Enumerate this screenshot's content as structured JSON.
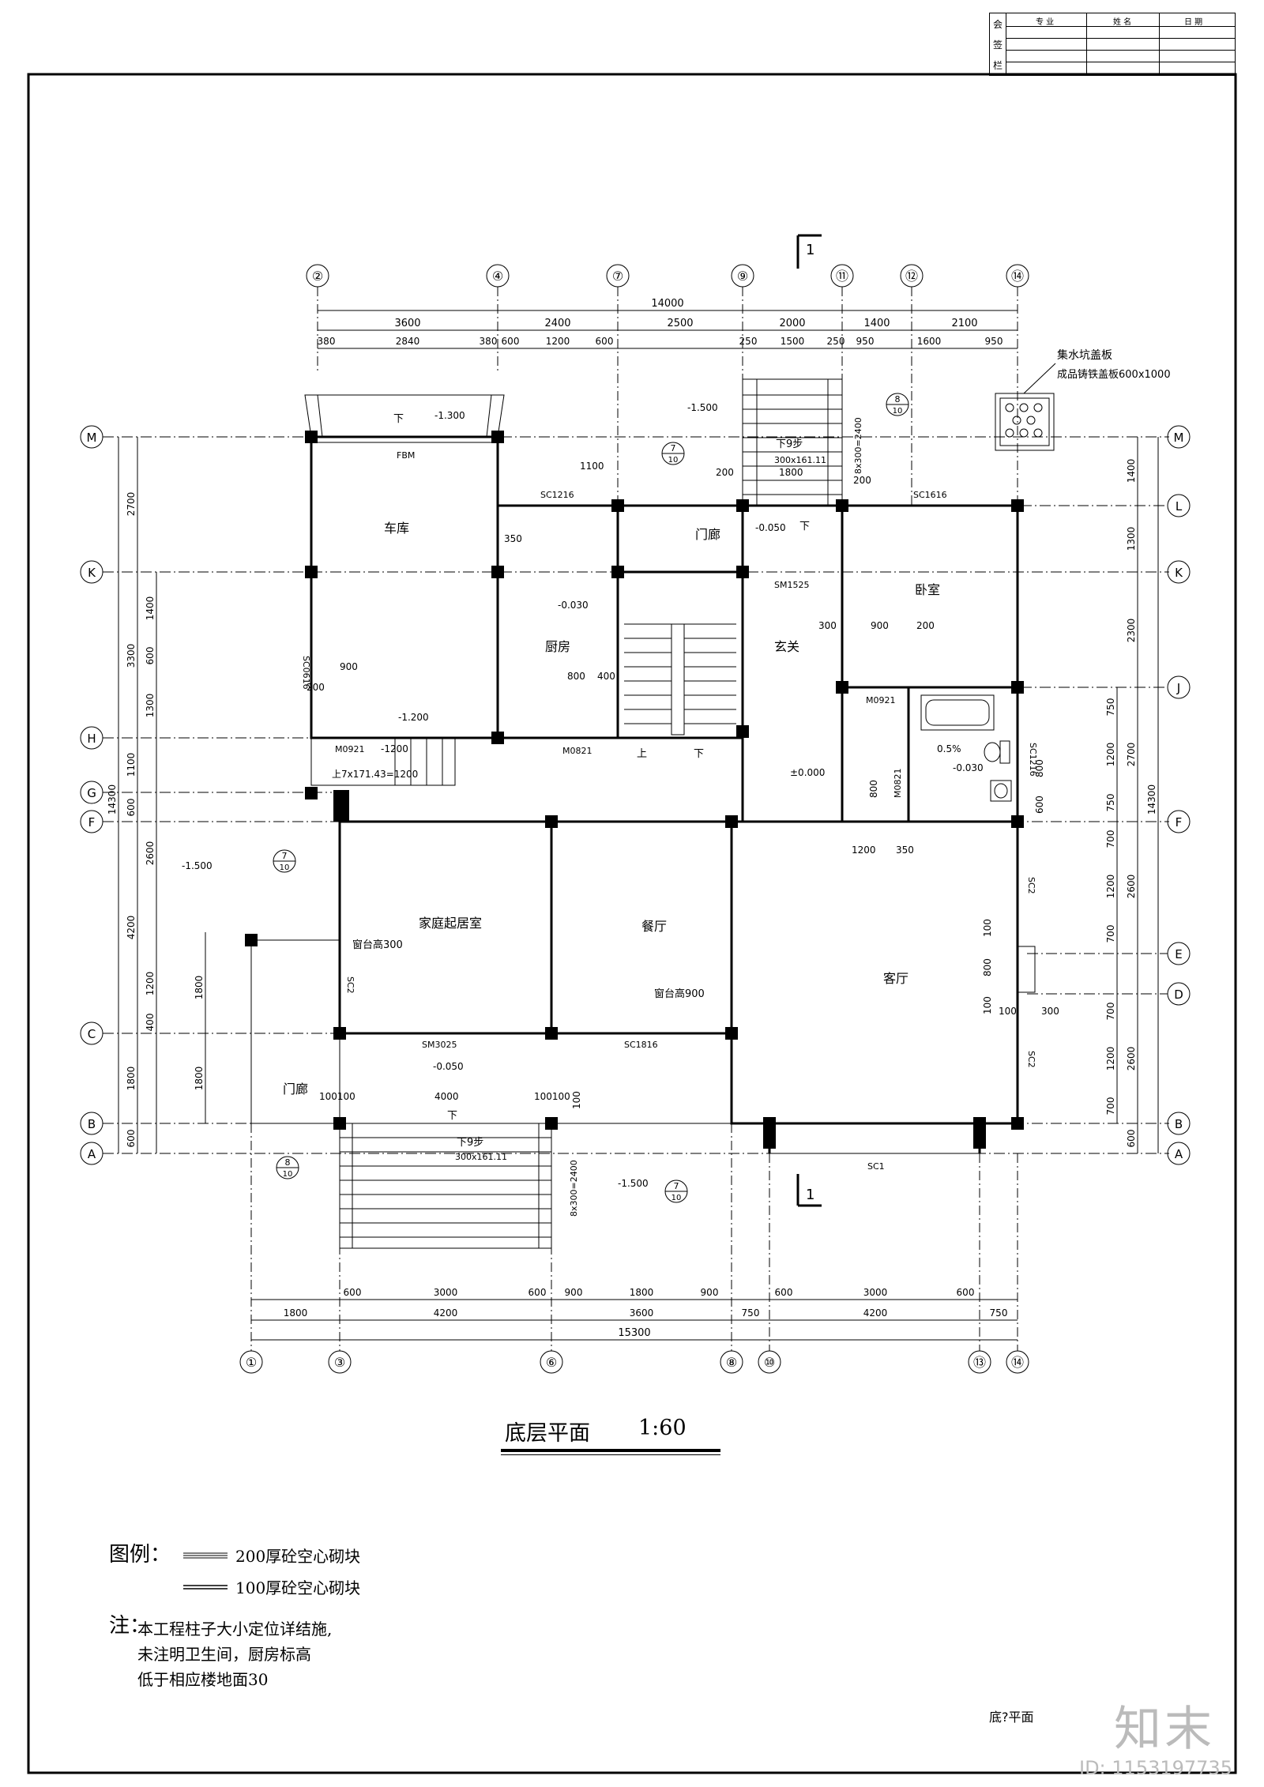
{
  "sign_table": {
    "side_chars": [
      "会",
      "签",
      "栏"
    ],
    "headers": [
      "专 业",
      "姓 名",
      "日 期"
    ]
  },
  "axes": {
    "top": [
      "②",
      "④",
      "⑦",
      "⑨",
      "⑪",
      "⑫",
      "⑭"
    ],
    "bottom": [
      "①",
      "③",
      "⑥",
      "⑧",
      "⑩",
      "⑬",
      "⑭"
    ],
    "left": [
      "M",
      "K",
      "H",
      "G",
      "F",
      "C",
      "B",
      "A"
    ],
    "right": [
      "M",
      "L",
      "K",
      "J",
      "F",
      "E",
      "D",
      "B",
      "A"
    ]
  },
  "dims": {
    "top_total": "14000",
    "top_row2": [
      "3600",
      "2400",
      "2500",
      "2000",
      "1400",
      "2100"
    ],
    "top_row3": [
      "380",
      "2840",
      "380",
      "600",
      "1200",
      "600",
      "250",
      "1500",
      "250",
      "950",
      "1600",
      "950"
    ],
    "bottom_row1": [
      "600",
      "3000",
      "600",
      "900",
      "1800",
      "900",
      "600",
      "3000",
      "600"
    ],
    "bottom_row2": [
      "1800",
      "4200",
      "3600",
      "750",
      "4200",
      "750"
    ],
    "bottom_total": "15300",
    "left_outer": [
      "2700",
      "3300",
      "1100",
      "600",
      "4200",
      "1800",
      "600"
    ],
    "left_total": "14300",
    "left_inner": [
      "1400",
      "600",
      "1300",
      "2600",
      "1200",
      "400"
    ],
    "left_inner2": [
      "1800",
      "1800"
    ],
    "right_outer": [
      "1400",
      "1300",
      "2300",
      "2700",
      "2600",
      "2600",
      "600"
    ],
    "right_total": "14300",
    "right_inner": [
      "750",
      "1200",
      "750",
      "700",
      "1200",
      "700",
      "700",
      "1200",
      "700"
    ],
    "misc": [
      "1100",
      "200",
      "1800",
      "200",
      "350",
      "900",
      "200",
      "800",
      "400",
      "300",
      "900",
      "200",
      "1200",
      "350",
      "800",
      "800",
      "600",
      "100",
      "800",
      "100",
      "100",
      "300",
      "100100",
      "4000",
      "100100",
      "100"
    ]
  },
  "rooms": {
    "garage": "车库",
    "kitchen": "厨房",
    "porch_top": "门廊",
    "foyer": "玄关",
    "bedroom": "卧室",
    "family_room": "家庭起居室",
    "dining": "餐厅",
    "living": "客厅",
    "porch_bottom": "门廊"
  },
  "labels": {
    "fbm": "FBM",
    "sc1216": "SC1216",
    "sc1616": "SC1616",
    "sm1525": "SM1525",
    "sc0616": "SC0616",
    "m0921_left": "M0921",
    "m0821": "M0821",
    "m0921_right": "M0921",
    "m0821_v": "M0821",
    "sc1216_v": "SC1216",
    "sc2_a": "SC2",
    "sc2_b": "SC2",
    "sc2_c": "SC2",
    "sm3025": "SM3025",
    "sc1816": "SC1816",
    "sc1": "SC1",
    "sill_300": "窗台高300",
    "sill_900": "窗台高900",
    "stairs_top": "下9步",
    "stairs_top_dim": "300x161.11",
    "stairs_top_run": "8x300=2400",
    "stairs_bot": "下9步",
    "stairs_bot_dim": "300x161.11",
    "stairs_bot_run": "8x300=2400",
    "garage_steps": "上7x171.43=1200",
    "slope": "0.5%",
    "down": "下",
    "up": "上",
    "section_1": "1",
    "section_1_bot": "1"
  },
  "elevations": {
    "e1": "-1.300",
    "e2": "-1.500",
    "e3": "-0.050",
    "e4": "-0.030",
    "e5": "-1.200",
    "e6": "-1200",
    "e7": "±0.000",
    "e8": "-0.030",
    "e9": "-1.500",
    "e10": "-0.050",
    "e11": "-1.500"
  },
  "callouts": {
    "c7_top": [
      "7",
      "10"
    ],
    "c8_top": [
      "8",
      "10"
    ],
    "c7_left": [
      "7",
      "10"
    ],
    "c8_left": [
      "8",
      "10"
    ],
    "c7_bot": [
      "7",
      "10"
    ]
  },
  "sump": {
    "title": "集水坑盖板",
    "spec": "成品铸铁盖板600x1000"
  },
  "title": {
    "name": "底层平面",
    "scale": "1:60"
  },
  "legend": {
    "head": "图例：",
    "item1": "200厚砼空心砌块",
    "item2": "100厚砼空心砌块"
  },
  "note": {
    "head": "注：",
    "lines": [
      "本工程柱子大小定位详结施,",
      "未注明卫生间，厨房标高",
      "低于相应楼地面30"
    ]
  },
  "footer": "底?平面",
  "watermark": {
    "brand": "知末",
    "id": "ID: 1153197735"
  }
}
